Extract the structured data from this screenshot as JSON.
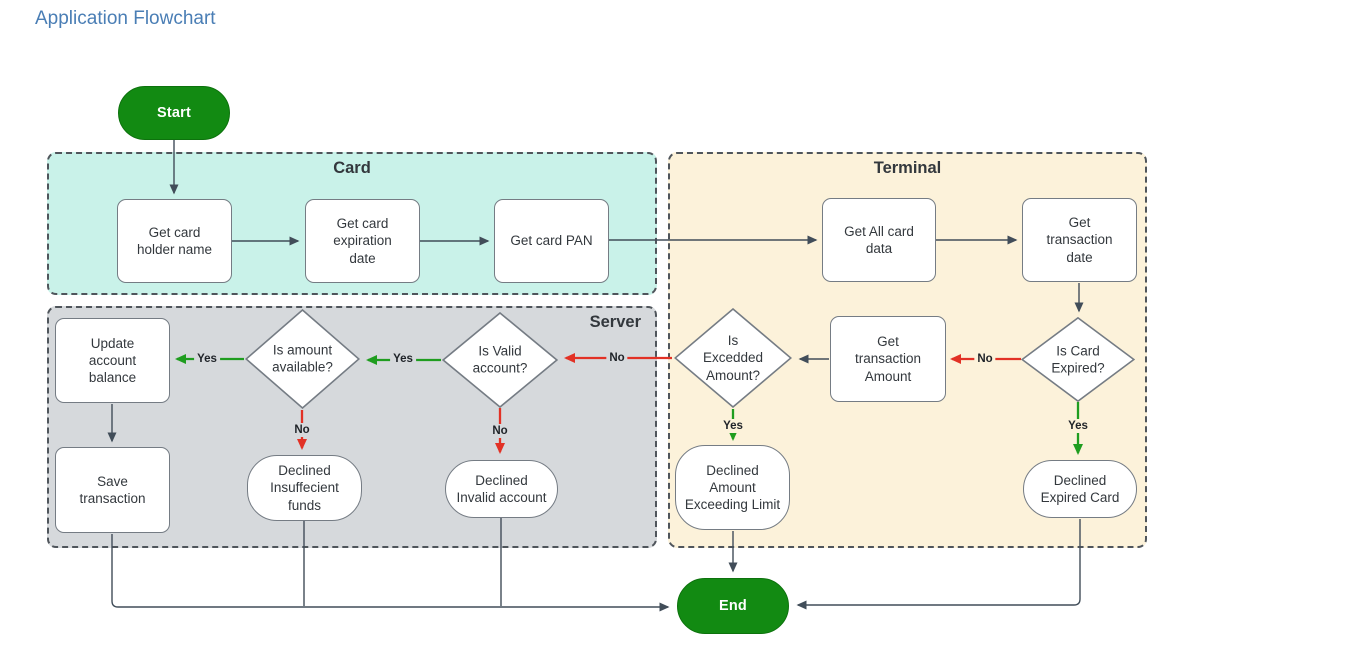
{
  "title": "Application Flowchart",
  "zones": {
    "card": {
      "label": "Card"
    },
    "terminal": {
      "label": "Terminal"
    },
    "server": {
      "label": "Server"
    }
  },
  "nodes": {
    "start": {
      "label": "Start",
      "type": "terminator"
    },
    "end": {
      "label": "End",
      "type": "terminator"
    },
    "get_card_holder_name": {
      "label": "Get card holder name",
      "type": "process"
    },
    "get_card_expiration_date": {
      "label": "Get card expiration date",
      "type": "process"
    },
    "get_card_pan": {
      "label": "Get card PAN",
      "type": "process"
    },
    "get_all_card_data": {
      "label": "Get All card data",
      "type": "process"
    },
    "get_transaction_date": {
      "label": "Get transaction date",
      "type": "process"
    },
    "is_card_expired": {
      "label": "Is Card Expired?",
      "type": "decision"
    },
    "get_transaction_amount": {
      "label": "Get transaction Amount",
      "type": "process"
    },
    "is_excedded_amount": {
      "label": "Is Excedded Amount?",
      "type": "decision"
    },
    "declined_amount_exceeding_limit": {
      "label": "Declined Amount Exceeding Limit",
      "type": "rounded"
    },
    "declined_expired_card": {
      "label": "Declined Expired Card",
      "type": "rounded"
    },
    "is_valid_account": {
      "label": "Is Valid account?",
      "type": "decision"
    },
    "is_amount_available": {
      "label": "Is amount available?",
      "type": "decision"
    },
    "update_account_balance": {
      "label": "Update account balance",
      "type": "process"
    },
    "save_transaction": {
      "label": "Save transaction",
      "type": "process"
    },
    "declined_insuffecient_funds": {
      "label": "Declined Insuffecient funds",
      "type": "rounded"
    },
    "declined_invalid_account": {
      "label": "Declined Invalid account",
      "type": "rounded"
    }
  },
  "edge_labels": {
    "card_expired_no": "No",
    "card_expired_yes": "Yes",
    "excedded_amount_no": "No",
    "excedded_amount_yes": "Yes",
    "valid_account_yes": "Yes",
    "valid_account_no": "No",
    "amount_available_yes": "Yes",
    "amount_available_no": "No"
  },
  "colors": {
    "title_blue": "#4a7eb5",
    "terminator_green": "#128a12",
    "arrow_dark": "#414d59",
    "arrow_red": "#e23125",
    "arrow_green": "#1f9d1f",
    "card_zone_bg": "#c9f2e9",
    "terminal_zone_bg": "#fcf2da",
    "server_zone_bg": "#d6d9dc"
  }
}
